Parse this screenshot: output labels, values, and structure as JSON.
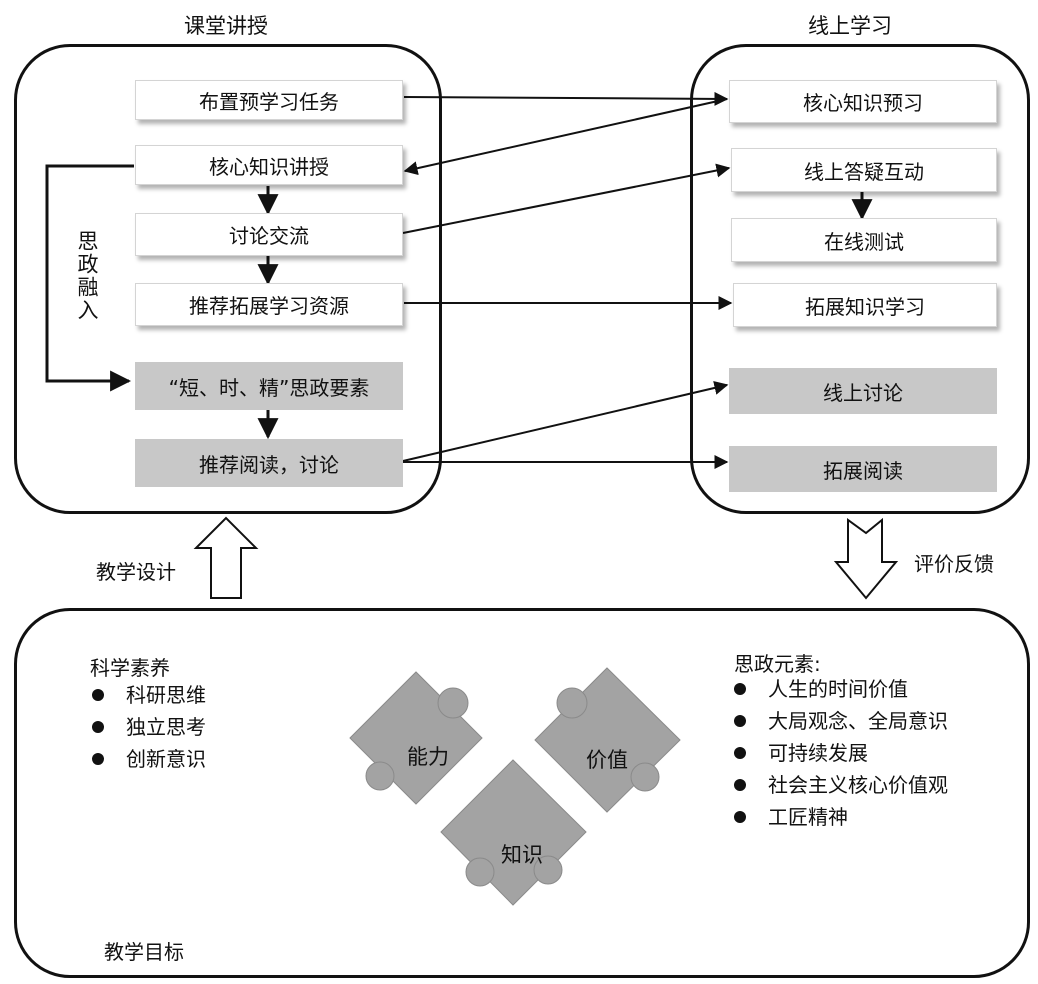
{
  "classroom": {
    "title": "课堂讲授",
    "boxes": [
      "布置预学习任务",
      "核心知识讲授",
      "讨论交流",
      "推荐拓展学习资源",
      "“短、时、精”思政要素",
      "推荐阅读，讨论"
    ],
    "side_label": "思政融入"
  },
  "online": {
    "title": "线上学习",
    "boxes": [
      "核心知识预习",
      "线上答疑互动",
      "在线测试",
      "拓展知识学习",
      "线上讨论",
      "拓展阅读"
    ]
  },
  "flow": {
    "design_label": "教学设计",
    "feedback_label": "评价反馈"
  },
  "goals": {
    "label": "教学目标",
    "science": {
      "heading": "科学素养",
      "items": [
        "科研思维",
        "独立思考",
        "创新意识"
      ]
    },
    "ideology": {
      "heading": "思政元素:",
      "items": [
        "人生的时间价值",
        "大局观念、全局意识",
        "可持续发展",
        "社会主义核心价值观",
        "工匠精神"
      ]
    },
    "puzzle": {
      "ability": "能力",
      "value": "价值",
      "knowledge": "知识"
    }
  },
  "colors": {
    "outline": "#111111",
    "gray_box": "#c8c8c8",
    "puzzle_gray": "#a3a3a3"
  }
}
